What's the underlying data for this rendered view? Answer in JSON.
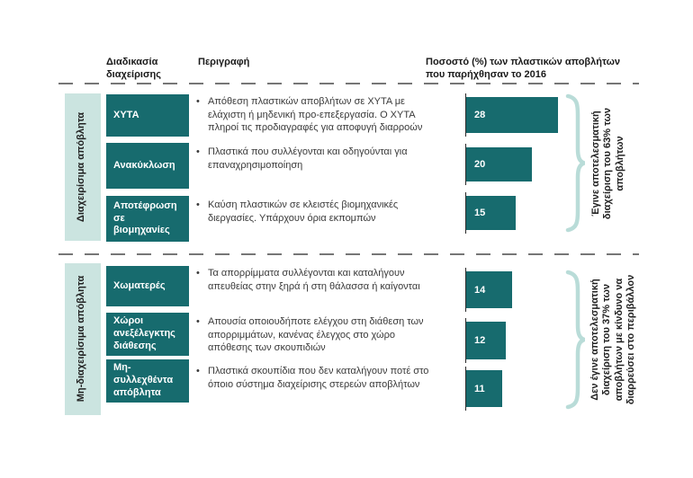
{
  "ui": {
    "bullet": "•"
  },
  "columns": {
    "process": "Διαδικασία διαχείρισης",
    "description": "Περιγραφή",
    "percent": "Ποσοστό (%) των πλαστικών αποβλήτων που παρήχθησαν το 2016"
  },
  "colors": {
    "bar_teal": "#176b6e",
    "side_band_teal": "#cbe4e0",
    "brace_teal": "#b9dcd8"
  },
  "sections": [
    {
      "side_label": "Διαχειρίσιμα απόβλητα",
      "brace_note": "Έγινε αποτελεσματική διαχείριση του 63% των αποβλήτων",
      "rows": [
        {
          "process": "ΧΥΤΑ",
          "description": "Απόθεση πλαστικών αποβλήτων σε ΧΥΤΑ με ελάχιστη ή μηδενική προ-επεξεργασία. Ο ΧΥΤΑ πληροί τις προδιαγραφές για αποφυγή διαρροών",
          "value": 28
        },
        {
          "process": "Ανακύκλωση",
          "description": "Πλαστικά που συλλέγονται και οδηγούνται για επαναχρησιμοποίηση",
          "value": 20
        },
        {
          "process": "Αποτέφρωση σε βιομηχανίες",
          "description": "Καύση πλαστικών σε κλειστές βιομηχανικές διεργασίες. Υπάρχουν όρια εκπομπών",
          "value": 15
        }
      ]
    },
    {
      "side_label": "Μη-διαχειρίσιμα απόβλητα",
      "brace_note": "Δεν έγινε αποτελεσματική διαχείριση του 37% των αποβλήτων με κίνδυνο να διαρρεύσει στο περιβάλλον",
      "rows": [
        {
          "process": "Χωματερές",
          "description": "Τα απορρίμματα συλλέγονται και καταλήγουν απευθείας στην ξηρά ή στη θάλασσα ή καίγονται",
          "value": 14
        },
        {
          "process": "Χώροι ανεξέλεγκτης διάθεσης",
          "description": "Απουσία οποιουδήποτε ελέγχου στη διάθεση των απορριμμάτων, κανένας έλεγχος στο χώρο απόθεσης των σκουπιδιών",
          "value": 12
        },
        {
          "process": "Μη-συλλεχθέντα απόβλητα",
          "description": "Πλαστικά σκουπίδια που δεν καταλήγουν ποτέ στο όποιο σύστημα διαχείρισης στερεών αποβλήτων",
          "value": 11
        }
      ]
    }
  ],
  "chart_data": {
    "type": "bar",
    "orientation": "horizontal",
    "title": "Ποσοστό (%) των πλαστικών αποβλήτων που παρήχθησαν το 2016",
    "categories": [
      "ΧΥΤΑ",
      "Ανακύκλωση",
      "Αποτέφρωση σε βιομηχανίες",
      "Χωματερές",
      "Χώροι ανεξέλεγκτης διάθεσης",
      "Μη-συλλεχθέντα απόβλητα"
    ],
    "values": [
      28,
      20,
      15,
      14,
      12,
      11
    ],
    "xlim": [
      0,
      30
    ],
    "grid": false,
    "data_labels": true,
    "groups": [
      {
        "label": "Διαχειρίσιμα απόβλητα",
        "note": "Έγινε αποτελεσματική διαχείριση του 63% των αποβλήτων"
      },
      {
        "label": "Μη-διαχειρίσιμα απόβλητα",
        "note": "Δεν έγινε αποτελεσματική διαχείριση του 37% των αποβλήτων με κίνδυνο να διαρρεύσει στο περιβάλλον"
      }
    ]
  }
}
